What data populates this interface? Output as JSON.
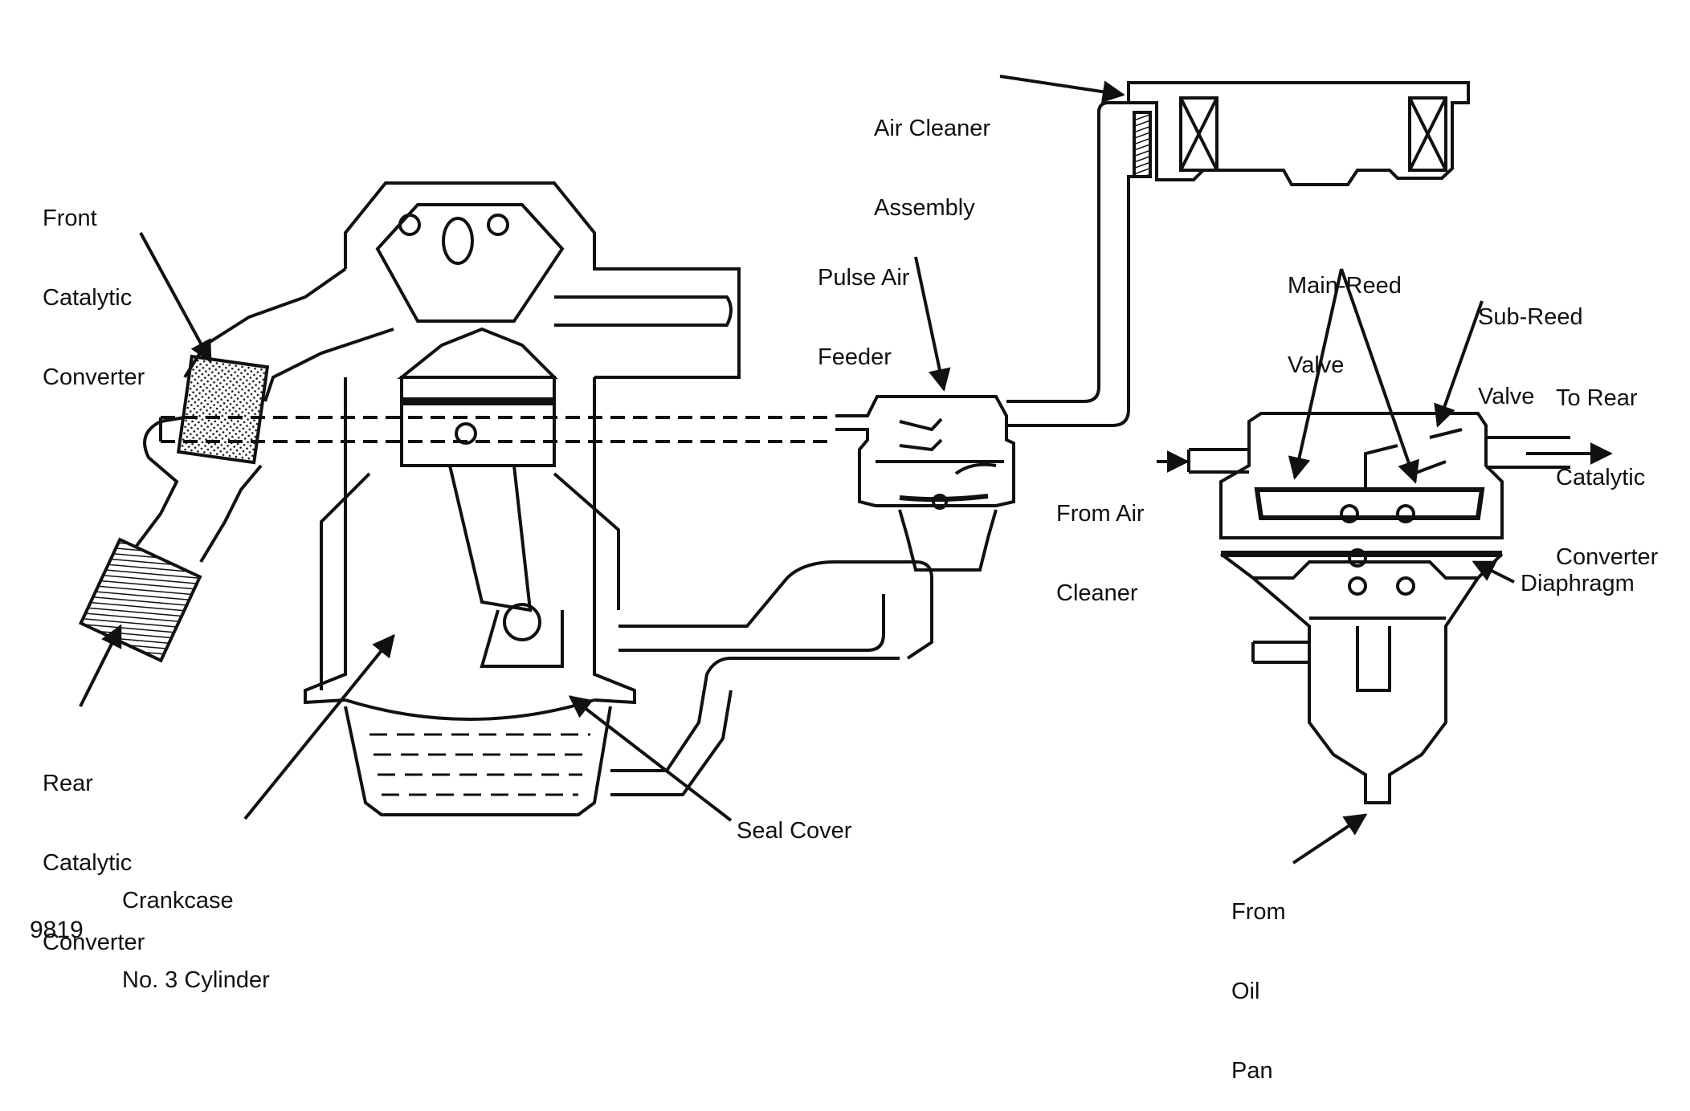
{
  "labels": {
    "air_cleaner": [
      "Air Cleaner",
      "Assembly"
    ],
    "front_catalytic": [
      "Front",
      "Catalytic",
      "Converter"
    ],
    "pulse_air_feeder": [
      "Pulse Air",
      "Feeder"
    ],
    "main_reed_valve": [
      "Main-Reed",
      "Valve"
    ],
    "sub_reed_valve": [
      "Sub-Reed",
      "Valve"
    ],
    "to_rear_catalytic": [
      "To Rear",
      "Catalytic",
      "Converter"
    ],
    "from_air_cleaner": [
      "From Air",
      "Cleaner"
    ],
    "diaphragm": "Diaphragm",
    "rear_catalytic": [
      "Rear",
      "Catalytic",
      "Converter"
    ],
    "crankcase": [
      "Crankcase",
      "No. 3 Cylinder"
    ],
    "seal_cover": "Seal Cover",
    "from_oil_pan": [
      "From",
      "Oil",
      "Pan"
    ]
  },
  "figure_number": "9819"
}
